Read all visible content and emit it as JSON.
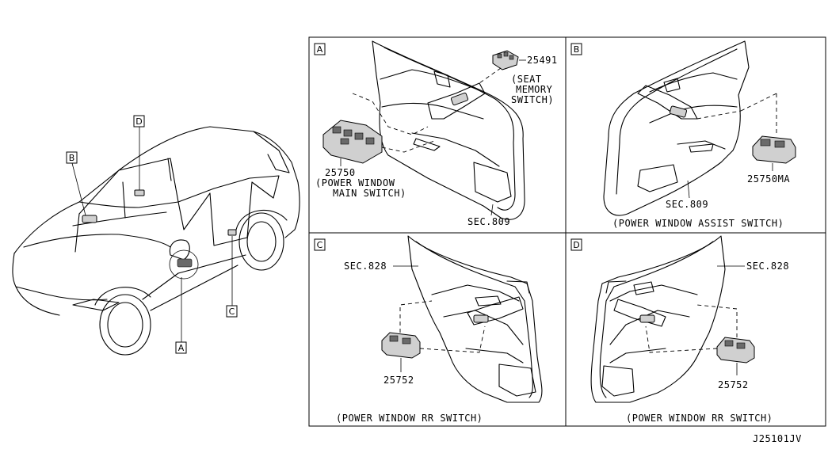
{
  "vehicle_callouts": {
    "a": "A",
    "b": "B",
    "c": "C",
    "d": "D"
  },
  "panels": {
    "a": {
      "tag": "A",
      "part_seat_memory": "25491",
      "seat_memory_desc": [
        "(SEAT",
        "MEMORY",
        "SWITCH)"
      ],
      "part_main": "25750",
      "main_desc": [
        "(POWER WINDOW",
        "MAIN SWITCH)"
      ],
      "section": "SEC.809"
    },
    "b": {
      "tag": "B",
      "part": "25750MA",
      "section": "SEC.809",
      "caption": "(POWER WINDOW ASSIST SWITCH)"
    },
    "c": {
      "tag": "C",
      "section": "SEC.828",
      "part": "25752",
      "caption": "(POWER WINDOW RR SWITCH)"
    },
    "d": {
      "tag": "D",
      "section": "SEC.828",
      "part": "25752",
      "caption": "(POWER WINDOW RR SWITCH)"
    }
  },
  "drawing_code": "J25101JV"
}
